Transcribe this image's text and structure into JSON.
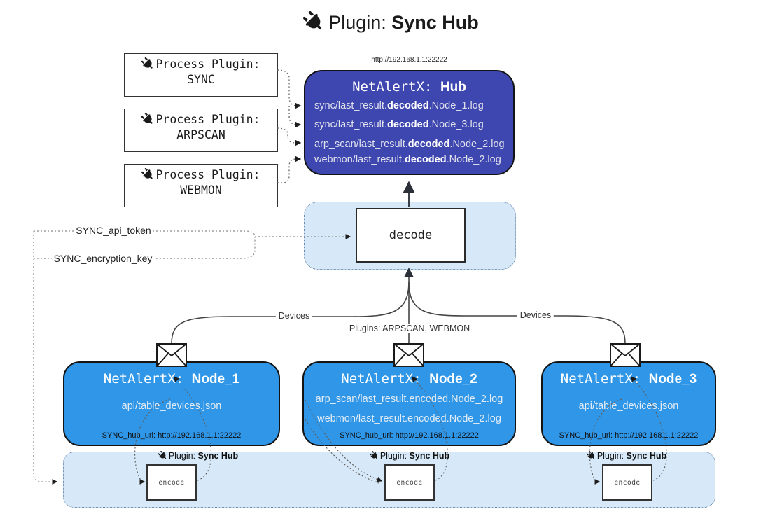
{
  "title": {
    "prefix": "Plugin: ",
    "bold": "Sync Hub"
  },
  "icons": {
    "title": "plug-icon",
    "node_top": "envelope-icon",
    "process": "plug-icon"
  },
  "process_plugins": [
    {
      "line1": "Process Plugin:",
      "name": "SYNC"
    },
    {
      "line1": "Process Plugin:",
      "name": "ARPSCAN"
    },
    {
      "line1": "Process Plugin:",
      "name": "WEBMON"
    }
  ],
  "hub": {
    "url": "http://192.168.1.1:22222",
    "name_prefix": "NetAlertX: ",
    "name_bold": "Hub",
    "logs": [
      {
        "pre": "sync/last_result.",
        "bold": "decoded",
        "post": ".Node_1.log"
      },
      {
        "pre": "sync/last_result.",
        "bold": "decoded",
        "post": ".Node_3.log"
      },
      {
        "pre": "arp_scan/last_result.",
        "bold": "decoded",
        "post": ".Node_2.log"
      },
      {
        "pre": "webmon/last_result.",
        "bold": "decoded",
        "post": ".Node_2.log"
      }
    ]
  },
  "decode": {
    "label": "decode",
    "inputs": [
      "SYNC_api_token",
      "SYNC_encryption_key"
    ]
  },
  "edges": {
    "devices_left": "Devices",
    "devices_right": "Devices",
    "center_label": "Plugins: ARPSCAN, WEBMON"
  },
  "nodes": [
    {
      "name_prefix": "NetAlertX: ",
      "name_bold": "Node_1",
      "files": [
        "api/table_devices.json"
      ],
      "hub_url": "SYNC_hub_url: http://192.168.1.1:22222"
    },
    {
      "name_prefix": "NetAlertX: ",
      "name_bold": "Node_2",
      "files": [
        "arp_scan/last_result.encoded.Node_2.log",
        "webmon/last_result.encoded.Node_2.log"
      ],
      "hub_url": "SYNC_hub_url: http://192.168.1.1:22222"
    },
    {
      "name_prefix": "NetAlertX: ",
      "name_bold": "Node_3",
      "files": [
        "api/table_devices.json"
      ],
      "hub_url": "SYNC_hub_url: http://192.168.1.1:22222"
    }
  ],
  "encode_band": {
    "label_prefix": "Plugin: ",
    "label_bold": "Sync Hub",
    "encode_label": "encode"
  },
  "colors": {
    "hub_bg": "#3e46b0",
    "node_bg": "#2f96e8",
    "band_bg": "#d7e9f9",
    "band_border": "#5b7ea3"
  }
}
